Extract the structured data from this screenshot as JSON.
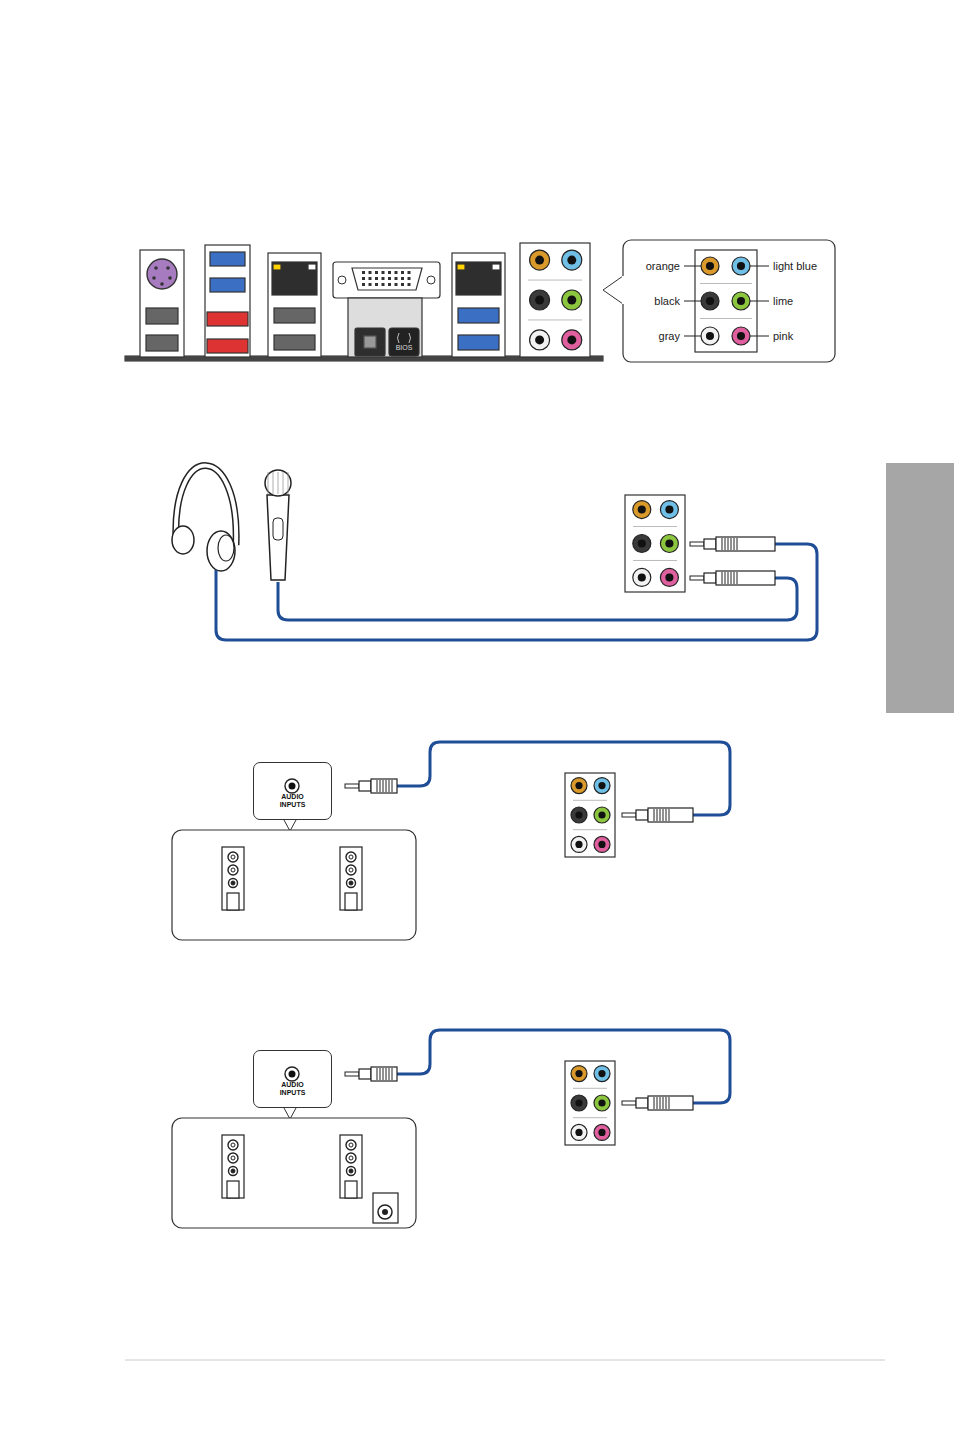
{
  "diagram": {
    "nodes": [
      {
        "text": [
          "AUDIO INPUTS"
        ]
      },
      {
        "text": [
          "AUDIO INPUTS"
        ]
      }
    ],
    "labels": [
      "orange",
      "light blue",
      "black",
      "lime",
      "gray",
      "pink",
      "BIOS"
    ]
  }
}
